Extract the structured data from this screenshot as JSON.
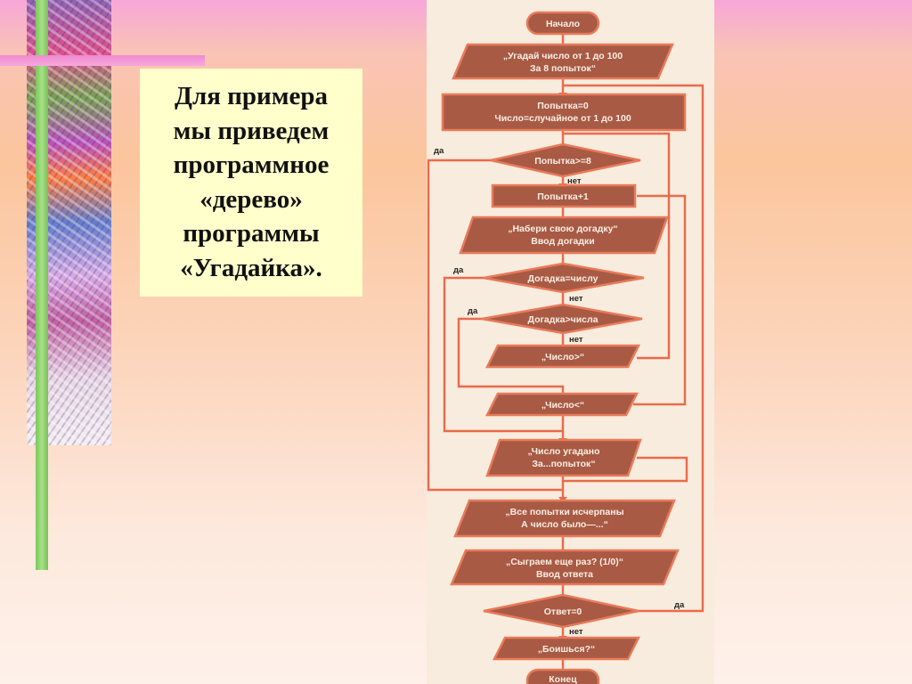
{
  "slide": {
    "text_lines": [
      "Для примера",
      "мы приведем",
      "программное",
      "«дерево»",
      "программы",
      "«Угадайка»."
    ]
  },
  "flowchart": {
    "start": "Начало",
    "end": "Конец",
    "nodes": [
      {
        "id": "intro",
        "shape": "parallelogram",
        "lines": [
          "„Угадай число от 1 до 100",
          "За 8 попыток“"
        ]
      },
      {
        "id": "init",
        "shape": "rectangle",
        "lines": [
          "Попытка=0",
          "Число=случайное от 1 до 100"
        ]
      },
      {
        "id": "check_attempts",
        "shape": "diamond",
        "lines": [
          "Попытка>=8"
        ],
        "yes": "да",
        "no": "нет"
      },
      {
        "id": "increment",
        "shape": "rectangle",
        "lines": [
          "Попытка+1"
        ]
      },
      {
        "id": "input_guess",
        "shape": "parallelogram",
        "lines": [
          "„Набери свою догадку“",
          "Ввод догадки"
        ]
      },
      {
        "id": "check_equal",
        "shape": "diamond",
        "lines": [
          "Догадка=числу"
        ],
        "yes": "да",
        "no": "нет"
      },
      {
        "id": "check_greater",
        "shape": "diamond",
        "lines": [
          "Догадка>числа"
        ],
        "yes": "да",
        "no": "нет"
      },
      {
        "id": "print_greater",
        "shape": "parallelogram",
        "lines": [
          "„Число>“"
        ]
      },
      {
        "id": "print_less",
        "shape": "parallelogram",
        "lines": [
          "„Число<“"
        ]
      },
      {
        "id": "print_win",
        "shape": "parallelogram",
        "lines": [
          "„Число угадано",
          "За...попыток“"
        ]
      },
      {
        "id": "print_lose",
        "shape": "parallelogram",
        "lines": [
          "„Все попытки исчерпаны",
          "А число было—...“"
        ]
      },
      {
        "id": "ask_again",
        "shape": "parallelogram",
        "lines": [
          "„Сыграем еще раз? (1/0)“",
          "Ввод ответа"
        ]
      },
      {
        "id": "check_answer",
        "shape": "diamond",
        "lines": [
          "Ответ=0"
        ],
        "yes": "да",
        "no": "нет"
      },
      {
        "id": "print_scared",
        "shape": "parallelogram",
        "lines": [
          "„Боишься?“"
        ]
      }
    ]
  }
}
